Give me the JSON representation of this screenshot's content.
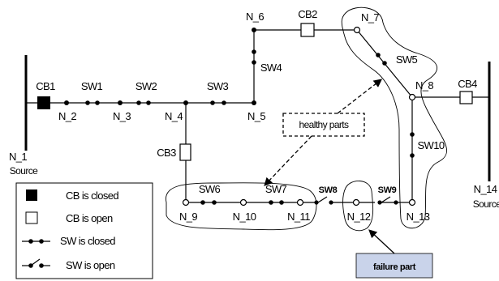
{
  "nodes": {
    "n1": "N_1",
    "n1_sub": "Source",
    "n2": "N_2",
    "n3": "N_3",
    "n4": "N_4",
    "n5": "N_5",
    "n6": "N_6",
    "n7": "N_7",
    "n8": "N_8",
    "n9": "N_9",
    "n10": "N_10",
    "n11": "N_11",
    "n12": "N_12",
    "n13": "N_13",
    "n14": "N_14",
    "n14_sub": "Source"
  },
  "breakers": {
    "cb1": "CB1",
    "cb2": "CB2",
    "cb3": "CB3",
    "cb4": "CB4"
  },
  "switches": {
    "sw1": "SW1",
    "sw2": "SW2",
    "sw3": "SW3",
    "sw4": "SW4",
    "sw5": "SW5",
    "sw6": "SW6",
    "sw7": "SW7",
    "sw8": "SW8",
    "sw9": "SW9",
    "sw10": "SW10"
  },
  "annotations": {
    "healthy_parts": "healthy parts",
    "failure_part": "failure part"
  },
  "legend": {
    "cb_closed": "CB is closed",
    "cb_open": "CB is open",
    "sw_closed": "SW is closed",
    "sw_open": "SW is open"
  },
  "colors": {
    "failure_box_fill": "#c9d3ea",
    "line": "#000000"
  }
}
